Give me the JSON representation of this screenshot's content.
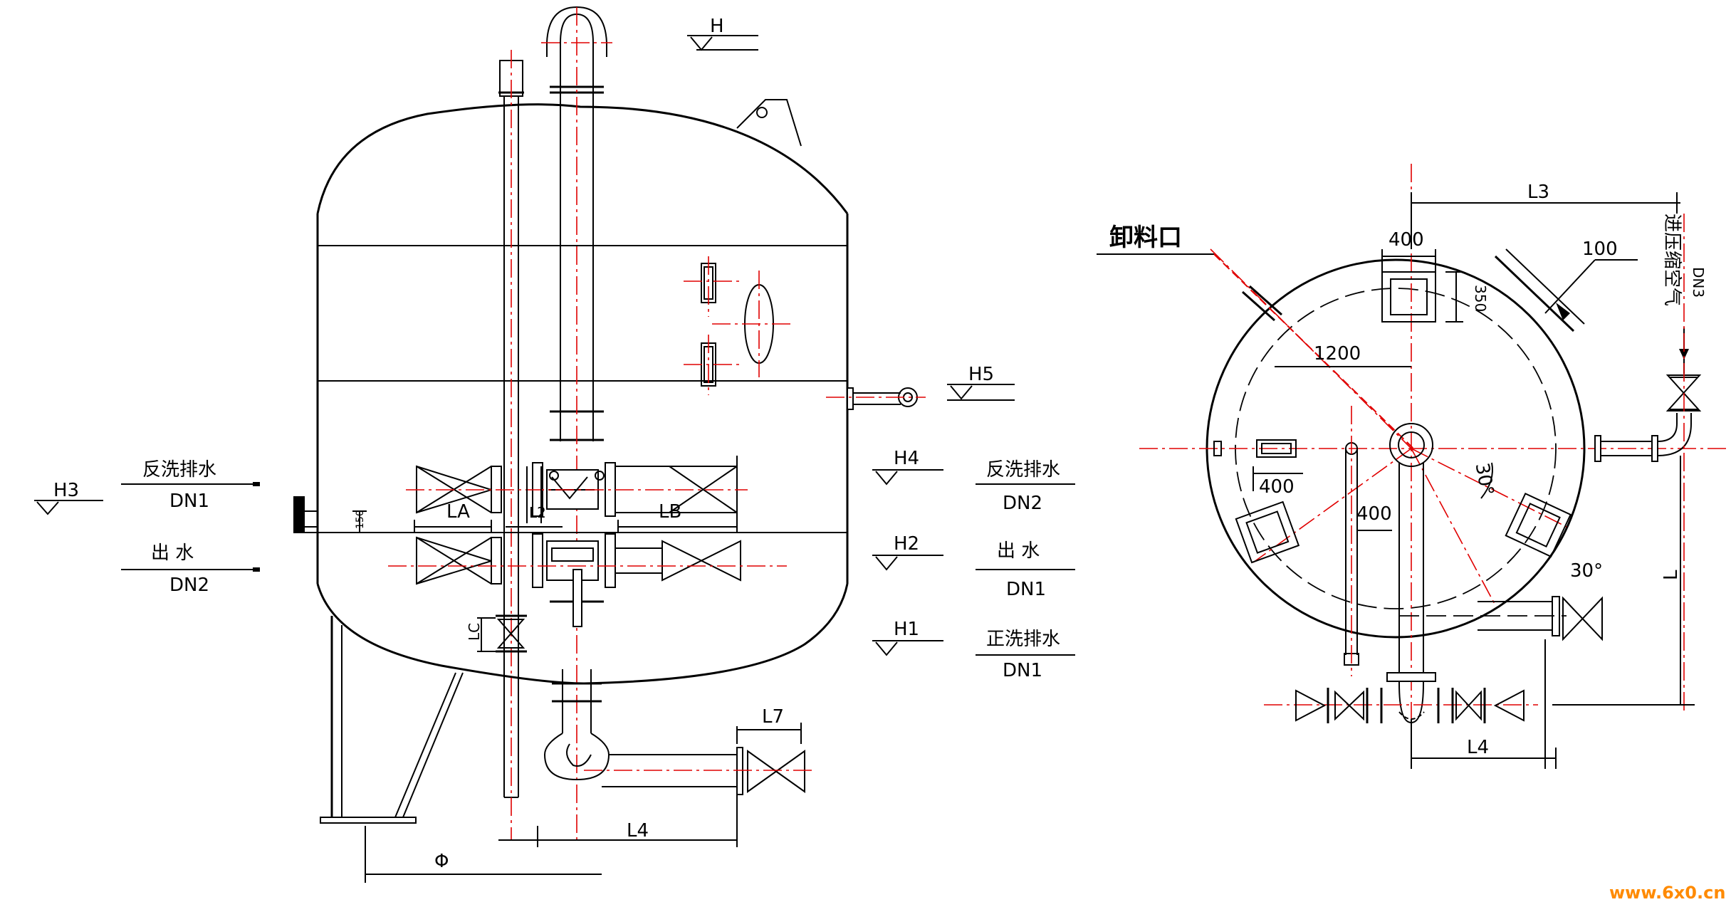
{
  "front_view": {
    "levels": {
      "h": "H",
      "h5": "H5",
      "h4": "H4",
      "h2": "H2",
      "h1": "H1",
      "h3": "H3"
    },
    "labels": {
      "backwash_drain_right": "反洗排水",
      "backwash_drain_right_dn": "DN2",
      "outlet_right": "出 水",
      "outlet_right_dn": "DN1",
      "forward_drain_right": "正洗排水",
      "forward_drain_right_dn": "DN1",
      "backwash_drain_left": "反洗排水",
      "backwash_drain_left_dn": "DN1",
      "outlet_left": "出 水",
      "outlet_left_dn": "DN2"
    },
    "dimensions": {
      "la": "LA",
      "l2": "L2",
      "lb": "LB",
      "lc": "LC",
      "l7": "L7",
      "l4": "L4",
      "phi": "Φ",
      "small": "150"
    }
  },
  "plan_view": {
    "discharge_port": "卸料口",
    "compressed_air": "进压缩空气",
    "compressed_air_dn": "DN3",
    "dimensions": {
      "l3": "L3",
      "d400_top": "400",
      "d350": "350",
      "d100": "100",
      "d1200": "1200",
      "d400_left": "400",
      "d400_mid": "400",
      "angle_inner": "30°",
      "angle_outer": "30°",
      "l": "L",
      "l4": "L4"
    }
  },
  "watermark": "www.6x0.cn"
}
